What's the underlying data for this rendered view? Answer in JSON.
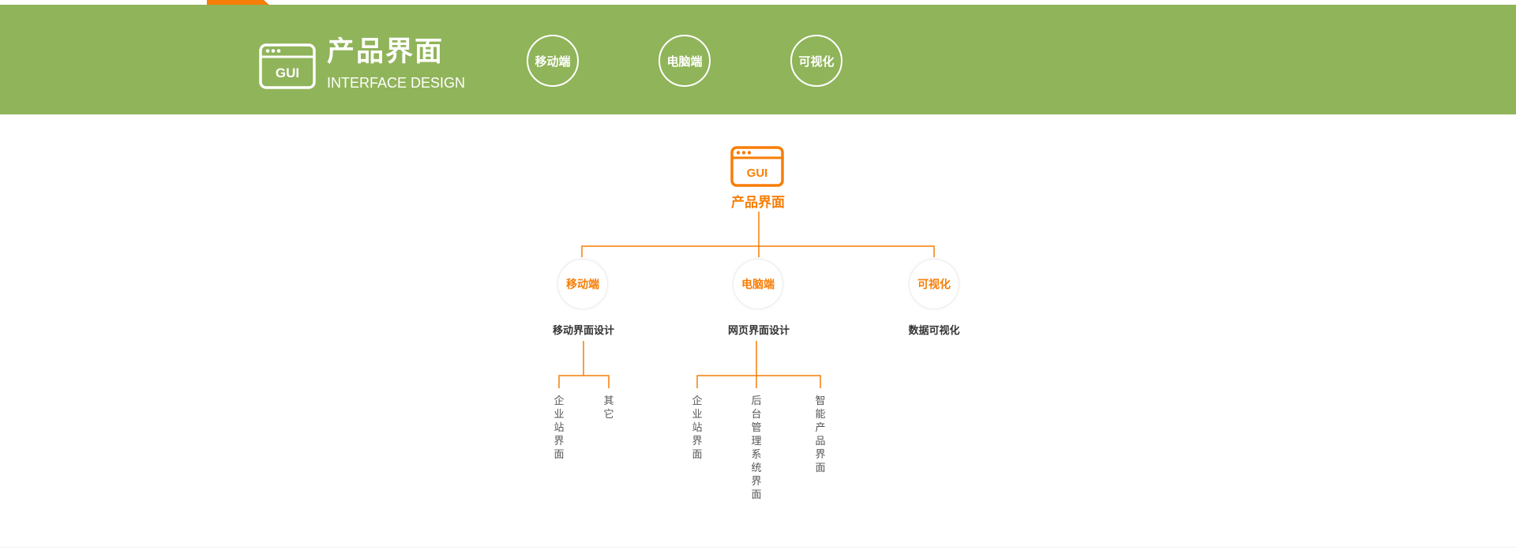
{
  "colors": {
    "banner": "#90b45a",
    "accent": "#f77e06",
    "text": "#333333"
  },
  "header": {
    "icon_text": "GUI",
    "title": "产品界面",
    "subtitle": "INTERFACE DESIGN",
    "nav": [
      "移动端",
      "电脑端",
      "可视化"
    ]
  },
  "tree": {
    "root": {
      "icon_text": "GUI",
      "label": "产品界面"
    },
    "branches": [
      {
        "node": "移动端",
        "label": "移动界面设计",
        "leaves": [
          "企业站界面",
          "其它"
        ]
      },
      {
        "node": "电脑端",
        "label": "网页界面设计",
        "leaves": [
          "企业站界面",
          "后台管理系统界面",
          "智能产品界面"
        ]
      },
      {
        "node": "可视化",
        "label": "数据可视化",
        "leaves": []
      }
    ]
  }
}
